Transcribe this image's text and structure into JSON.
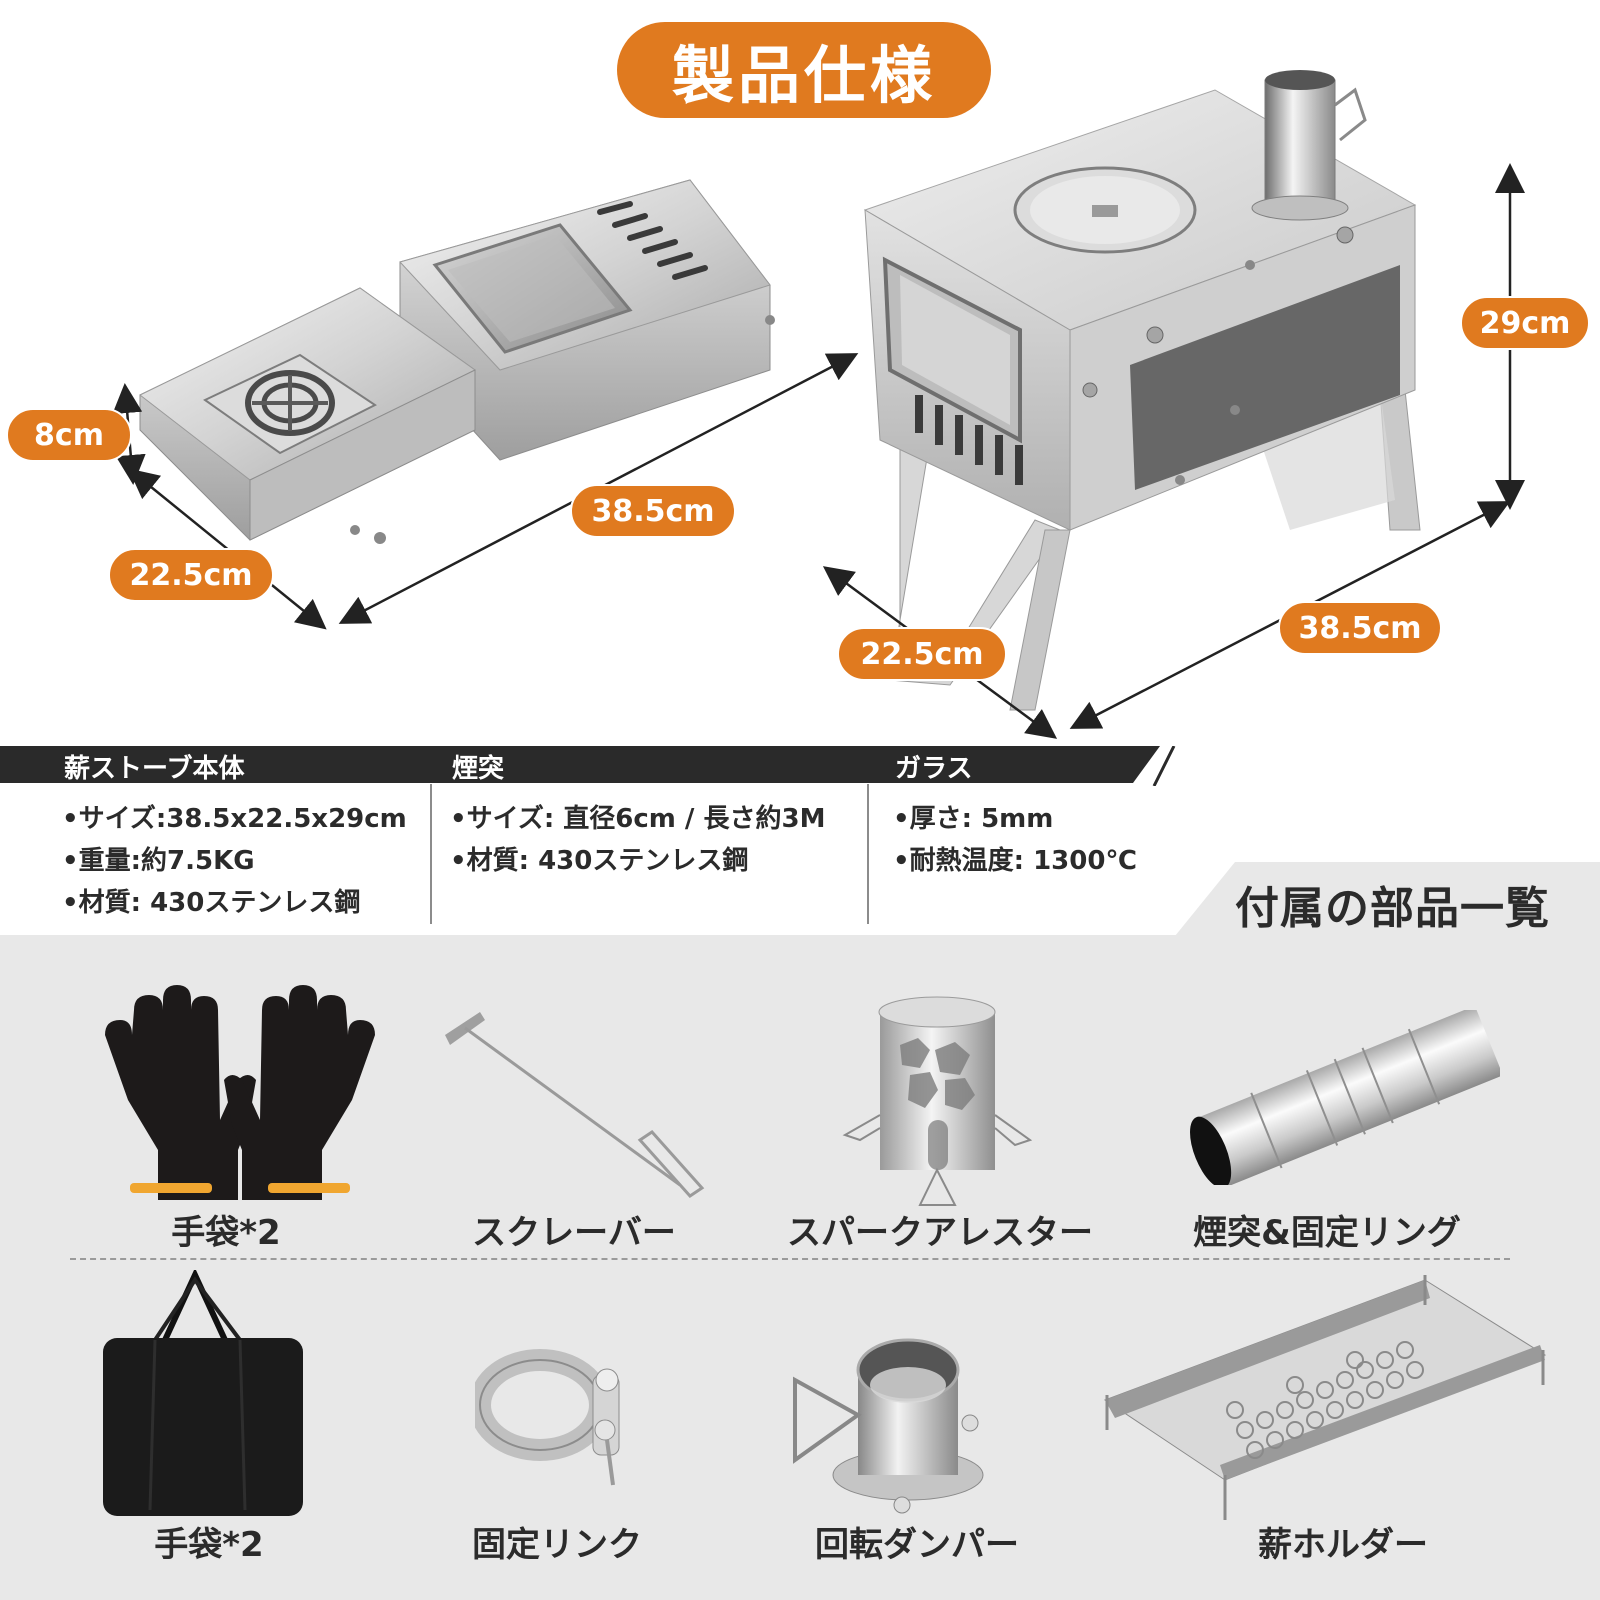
{
  "header": {
    "title": "製品仕様",
    "accent_color": "#e07a1f"
  },
  "dimensions": {
    "folded": {
      "height": "8cm",
      "depth": "22.5cm",
      "width": "38.5cm"
    },
    "assembled": {
      "height": "29cm",
      "depth": "22.5cm",
      "width": "38.5cm"
    }
  },
  "specs": {
    "columns": [
      {
        "heading": "薪ストーブ本体",
        "items": [
          "•サイズ:38.5x22.5x29cm",
          "•重量:約7.5KG",
          "•材質: 430ステンレス鋼"
        ]
      },
      {
        "heading": "煙突",
        "items": [
          "•サイズ: 直径6cm / 長さ約3M",
          "•材質: 430ステンレス鋼"
        ]
      },
      {
        "heading": "ガラス",
        "items": [
          "•厚さ: 5mm",
          "•耐熱温度: 1300℃"
        ]
      }
    ]
  },
  "accessories": {
    "title": "付属の部品一覧",
    "items": [
      {
        "label": "手袋*2",
        "icon": "gloves-icon"
      },
      {
        "label": "スクレーバー",
        "icon": "scraper-icon"
      },
      {
        "label": "スパークアレスター",
        "icon": "spark-arrestor-icon"
      },
      {
        "label": "煙突&固定リング",
        "icon": "chimney-pipe-icon"
      },
      {
        "label": "手袋*2",
        "icon": "carry-bag-icon"
      },
      {
        "label": "固定リンク",
        "icon": "pipe-clamp-icon"
      },
      {
        "label": "回転ダンパー",
        "icon": "rotary-damper-icon"
      },
      {
        "label": "薪ホルダー",
        "icon": "log-holder-icon"
      }
    ]
  }
}
